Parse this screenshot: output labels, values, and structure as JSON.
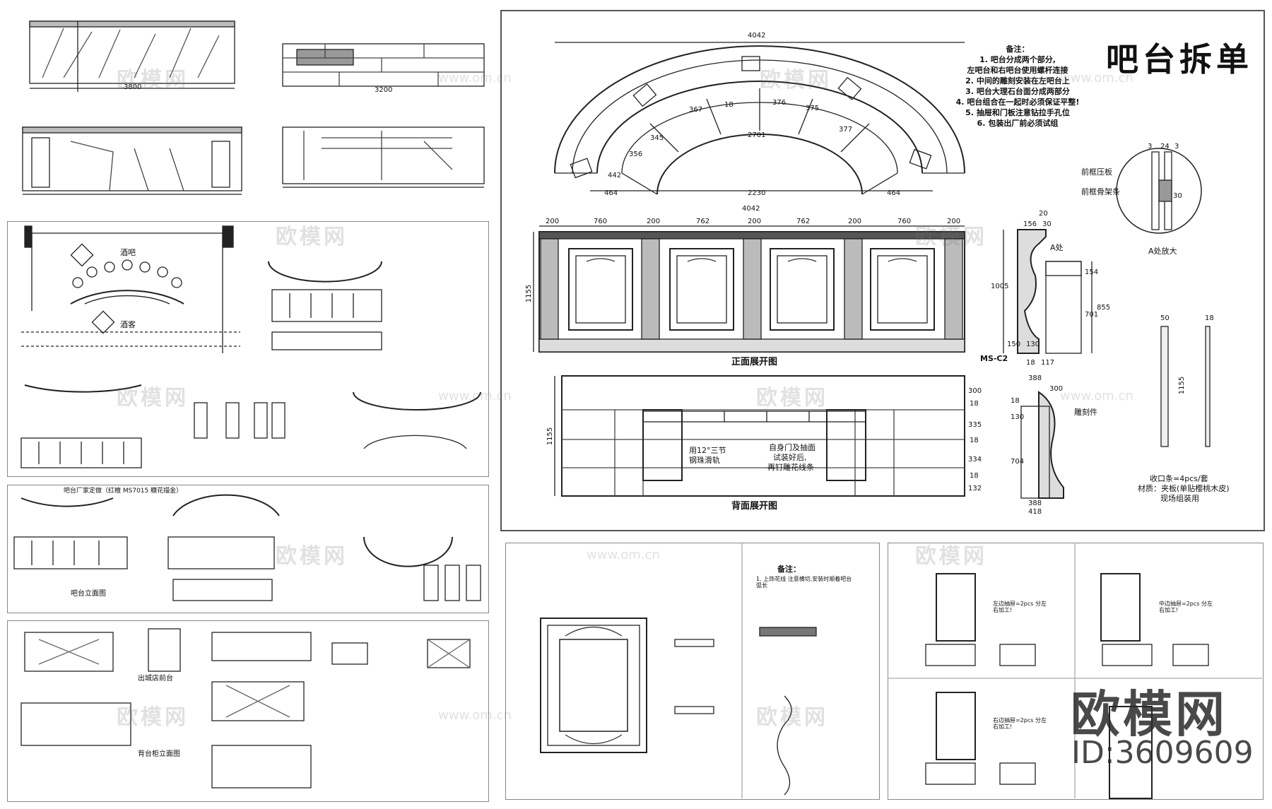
{
  "main_sheet": {
    "title": "吧台拆单",
    "notes": [
      "备注：",
      "1. 吧台分成两个部分,",
      "左吧台和右吧台使用螺杆连接",
      "2. 中间的雕刻安装在左吧台上",
      "3. 吧台大理石台面分成两部分",
      "4. 吧台组合在一起时必须保证平整!",
      "5. 抽屉和门板注意钻拉手孔位",
      "6. 包装出厂前必须试组"
    ],
    "plan_dims": {
      "top": "4042",
      "inner": "2701",
      "base": "2230",
      "left": "464",
      "right": "464",
      "side": "442"
    },
    "segment_dims": [
      "345",
      "367",
      "18",
      "376",
      "375",
      "377",
      "356"
    ],
    "front_label": "正面展开图",
    "back_label": "背面展开图",
    "front_overall": "4042",
    "front_dims": [
      "200",
      "760",
      "200",
      "762",
      "200",
      "762",
      "200",
      "760",
      "200"
    ],
    "front_height": "1155",
    "back_height": "1155",
    "back_notes": [
      "用12°三节",
      "钢珠滑轨",
      "自身门及抽面",
      "试装好后,",
      "再钉雕花线条"
    ],
    "back_right_dims": [
      "300",
      "18",
      "335",
      "18",
      "334",
      "18",
      "132"
    ],
    "section_dims": [
      "156",
      "30",
      "20",
      "1005",
      "154",
      "701",
      "855",
      "150",
      "130",
      "18",
      "117"
    ],
    "section_tag": "A处",
    "ms_tag": "MS-C2",
    "detail_labels": [
      "前框压板",
      "前框骨架条"
    ],
    "detail_dims": [
      "3",
      "24",
      "3",
      "30"
    ],
    "detail_caption": "A处放大",
    "side2_dims": [
      "388",
      "300",
      "18",
      "130",
      "704",
      "388",
      "418"
    ],
    "side2_label": "雕刻件",
    "strip_dims": [
      "50",
      "18",
      "1155"
    ],
    "strip_notes": [
      "收口条=4pcs/套",
      "材质：夹板(单贴樱桃木皮)",
      "现场组装用"
    ]
  },
  "left_sheets": {
    "top_dims": [
      "3800",
      "3200"
    ],
    "plan_labels": [
      "酒吧",
      "酒客"
    ],
    "bar_elevation_label": "吧台立面图",
    "cabinet_labels": [
      "出城店前台",
      "背台柜立面图"
    ],
    "factory_label": "吧台厂家定做（红檀 MS7015 糖花描金）"
  },
  "bottom_mid": {
    "label": "备注：",
    "note": "1. 上饰花线 注意横切,安装时顺着吧台弧长"
  },
  "bottom_right": {
    "labels": [
      "左边抽屉=2pcs 分左右加工!",
      "中边抽屉=2pcs 分左右加工!",
      "右边抽屉=2pcs 分左右加工!"
    ]
  },
  "watermarks": {
    "text": "欧模网",
    "url": "www.om.cn"
  },
  "brand": {
    "name": "欧模网",
    "id": "ID:3609609"
  }
}
